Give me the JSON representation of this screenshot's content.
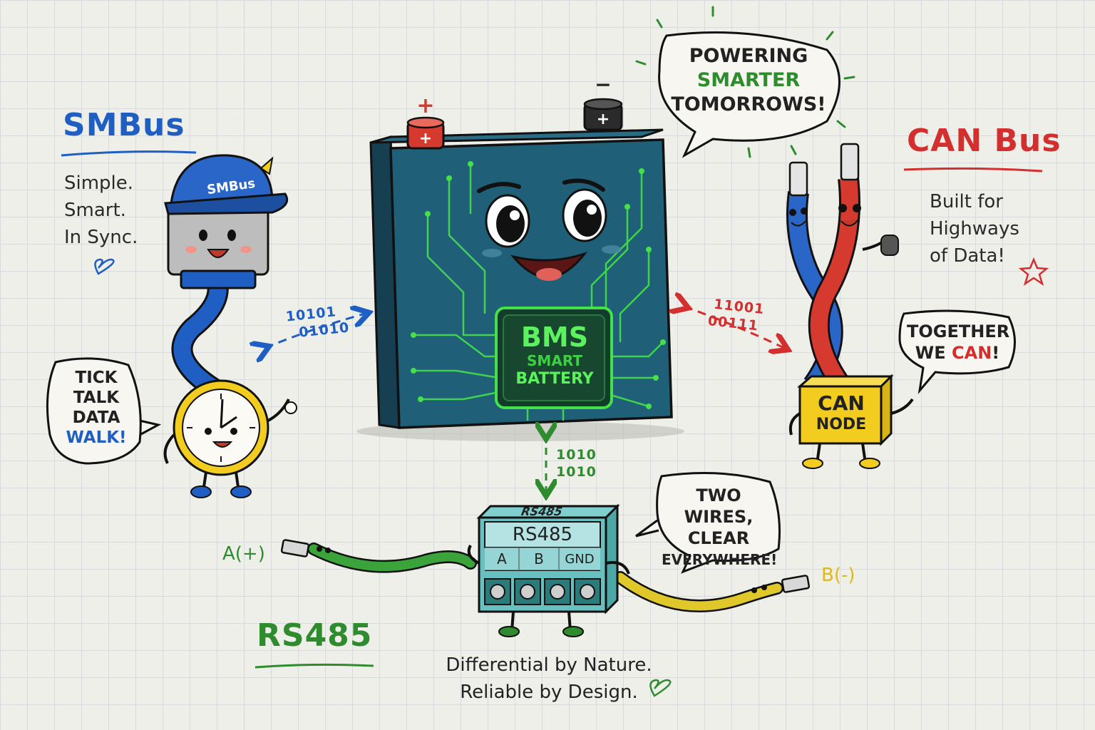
{
  "center": {
    "chip_line1": "BMS",
    "chip_line2": "SMART",
    "chip_line3": "BATTERY",
    "terminal_pos": "+",
    "terminal_neg": "−",
    "bubble": [
      "POWERING",
      "SMARTER",
      "TOMORROWS!"
    ]
  },
  "smbus": {
    "title": "SMBus",
    "tagline": [
      "Simple.",
      "Smart.",
      "In Sync."
    ],
    "cap_label": "SMBus",
    "bubble": [
      "TICK",
      "TALK",
      "DATA",
      "WALK!"
    ],
    "bits": [
      "10101",
      "01010"
    ]
  },
  "canbus": {
    "title": "CAN Bus",
    "tagline": [
      "Built for",
      "Highways",
      "of Data!"
    ],
    "node_label": [
      "CAN",
      "NODE"
    ],
    "bubble_line1": "TOGETHER",
    "bubble_line2a": "WE ",
    "bubble_line2b": "CAN",
    "bubble_line2c": "!",
    "bits": [
      "11001",
      "00111"
    ]
  },
  "rs485": {
    "title": "RS485",
    "module_top": "RS485",
    "module_label": "RS485",
    "pins": [
      "A",
      "B",
      "GND"
    ],
    "wire_a": "A(+)",
    "wire_b": "B(-)",
    "bubble": [
      "TWO WIRES,",
      "CLEAR",
      "EVERYWHERE!"
    ],
    "bits": [
      "1010",
      "1010"
    ],
    "caption": [
      "Differential by Nature.",
      "Reliable by Design."
    ]
  },
  "colors": {
    "smbus": "#1f5fc4",
    "can": "#d32f2f",
    "rs485": "#2e8b2e",
    "battery": "#1f5f78",
    "circuit": "#45e04a",
    "node": "#f2cc1f"
  }
}
